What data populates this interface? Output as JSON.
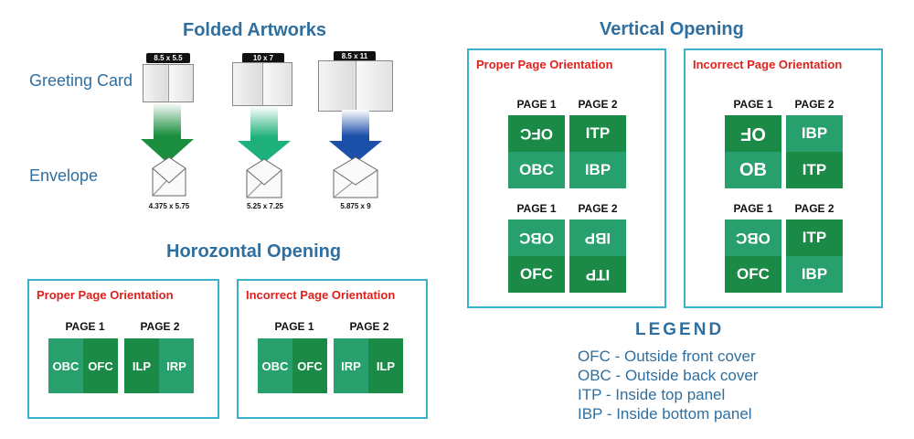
{
  "folded": {
    "title": "Folded Artworks",
    "greeting_label": "Greeting Card",
    "envelope_label": "Envelope",
    "cards": [
      {
        "size": "8.5 x 5.5",
        "envelope": "4.375 x 5.75",
        "arrow_color": "#1a8d3f"
      },
      {
        "size": "10 x 7",
        "envelope": "5.25 x 7.25",
        "arrow_color": "#1db07a"
      },
      {
        "size": "8.5 x 11",
        "envelope": "5.875 x 9",
        "arrow_color": "#1b4fa8"
      }
    ]
  },
  "horizontal": {
    "title": "Horozontal Opening",
    "proper": {
      "heading": "Proper Page Orientation",
      "page1": "PAGE 1",
      "page2": "PAGE 2",
      "cells": [
        "OBC",
        "OFC",
        "ILP",
        "IRP"
      ]
    },
    "incorrect": {
      "heading": "Incorrect Page Orientation",
      "page1": "PAGE 1",
      "page2": "PAGE 2",
      "cells": [
        "OBC",
        "OFC",
        "IRP",
        "ILP"
      ]
    }
  },
  "vertical": {
    "title": "Vertical Opening",
    "proper": {
      "heading": "Proper Page Orientation",
      "top_page1": "PAGE 1",
      "top_page2": "PAGE 2",
      "top_cells": [
        "OFC",
        "ITP",
        "OBC",
        "IBP"
      ],
      "bottom_page1": "PAGE 1",
      "bottom_page2": "PAGE 2",
      "bottom_cells": [
        "OBC",
        "IBP",
        "OFC",
        "ITP"
      ]
    },
    "incorrect": {
      "heading": "Incorrect Page Orientation",
      "top_page1": "PAGE 1",
      "top_page2": "PAGE 2",
      "top_cells": [
        "OF",
        "IBP",
        "OB",
        "ITP"
      ],
      "bottom_page1": "PAGE 1",
      "bottom_page2": "PAGE 2",
      "bottom_cells": [
        "OBC",
        "ITP",
        "OFC",
        "IBP"
      ]
    }
  },
  "legend": {
    "title": "LEGEND",
    "items": [
      "OFC - Outside front cover",
      "OBC - Outside back cover",
      "ITP - Inside top panel",
      "IBP - Inside bottom panel"
    ]
  },
  "colors": {
    "title_blue": "#2f6f9f",
    "box_border": "#39b3cc",
    "heading_red": "#e0201c",
    "cell_dark": "#1b8a47",
    "cell_light": "#27a06e"
  }
}
